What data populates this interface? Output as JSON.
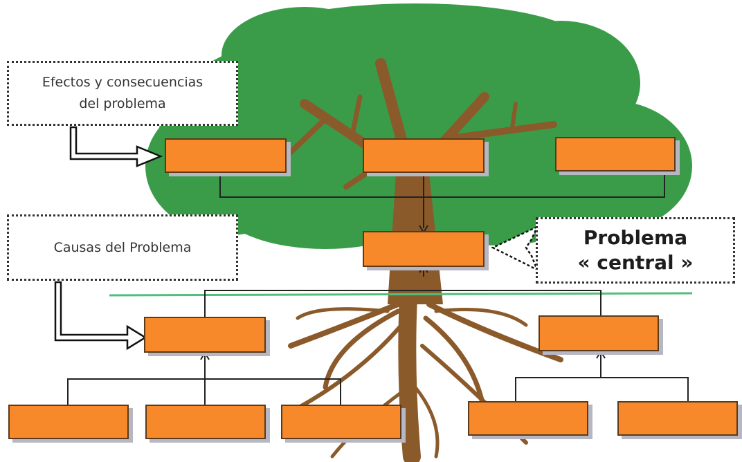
{
  "labels": {
    "effects": [
      "Efectos y consecuencias",
      "del problema"
    ],
    "causes": "Causas del Problema",
    "central": [
      "Problema",
      "« central »"
    ]
  },
  "colors": {
    "foliage": "#3a9c48",
    "trunk": "#8b5a2b",
    "box_fill": "#f7892a",
    "box_border": "#5a3a1a",
    "box_shadow": "#b7b7c4",
    "ground_line": "#4fbf7a",
    "connector": "#222222"
  },
  "boxes": {
    "effects": [
      "",
      "",
      ""
    ],
    "central": "",
    "causes": [
      "",
      ""
    ],
    "sub_causes": [
      "",
      "",
      "",
      "",
      ""
    ]
  }
}
